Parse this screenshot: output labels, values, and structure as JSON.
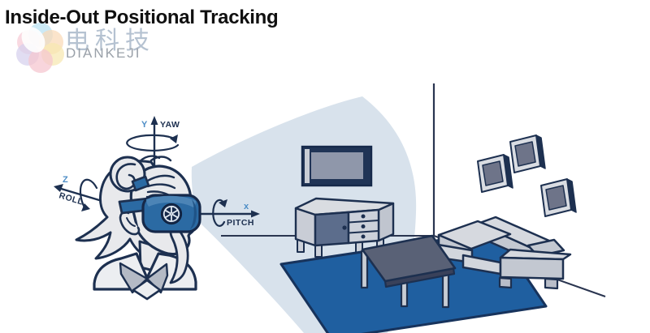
{
  "title": "Inside-Out Positional Tracking",
  "watermark": {
    "cn": "电科技",
    "en": "DIANKEJI"
  },
  "axes": {
    "y": {
      "letter": "Y",
      "motion": "YAW"
    },
    "z": {
      "letter": "Z",
      "motion": "ROLL"
    },
    "x": {
      "letter": "x",
      "motion": "PITCH"
    }
  },
  "colors": {
    "outline": "#1d3050",
    "label_blue": "#4d8dc6",
    "cone": "#d8e2ec",
    "rug": "#1f5fa0",
    "headset": "#2b6aa3",
    "headset_dark": "#1d4f83",
    "headset_light": "#4c84b6",
    "door_panel": "#5c6d8c",
    "tv_screen": "#8f97aa",
    "light_fill": "#e8e9ec",
    "mid_fill": "#b4bac5"
  }
}
